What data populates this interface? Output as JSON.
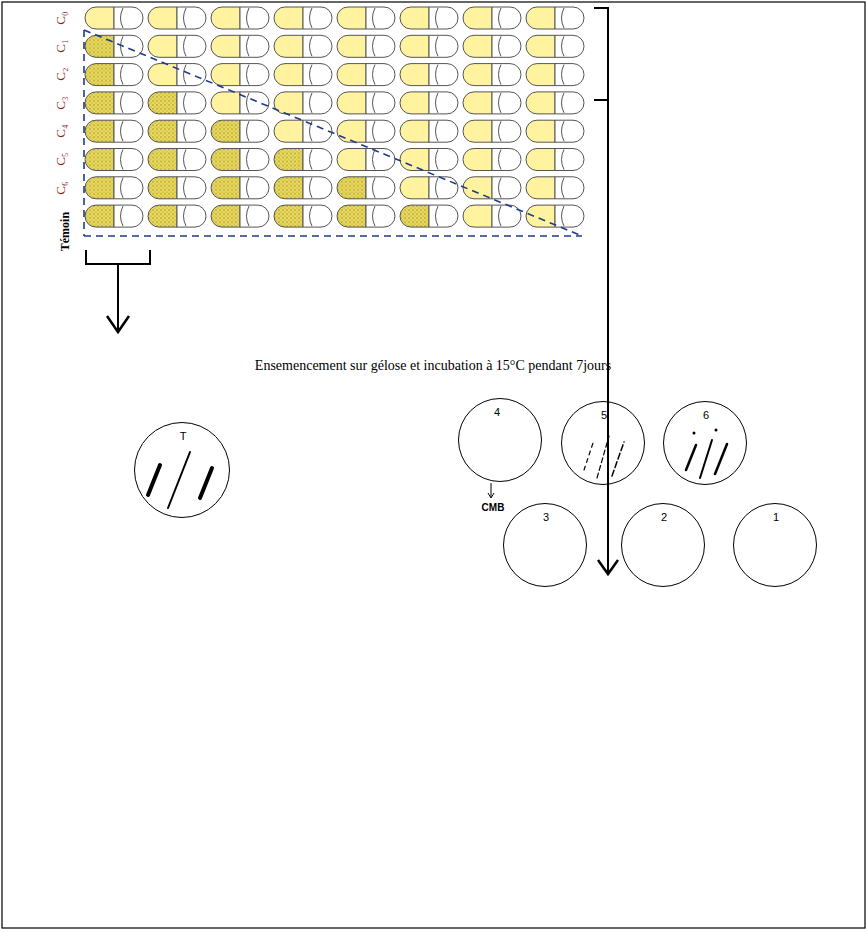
{
  "diagram": {
    "nodes": [
      {
        "text": [
          "T"
        ]
      },
      {
        "text": [
          "4"
        ]
      },
      {
        "text": [
          "5"
        ]
      },
      {
        "text": [
          "6"
        ]
      },
      {
        "text": [
          "3"
        ]
      },
      {
        "text": [
          "2"
        ]
      },
      {
        "text": [
          "1"
        ]
      }
    ],
    "labels": [
      "C₀",
      "C₁",
      "C₂",
      "C₃",
      "C₄",
      "C₅",
      "C₆",
      "Témoin",
      "Ensemencement sur gélose et incubation à 15°C pendant 7jours",
      "CMB"
    ]
  }
}
